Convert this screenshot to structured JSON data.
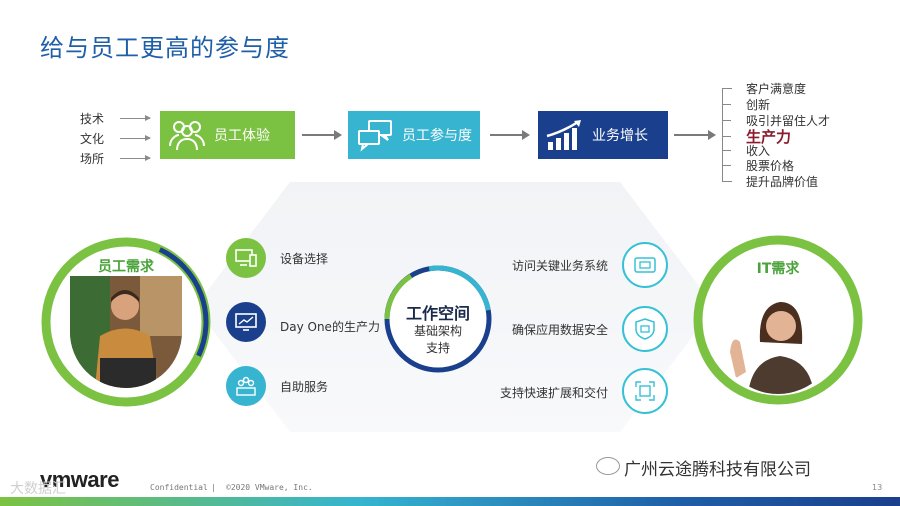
{
  "title": "给与员工更高的参与度",
  "inputs": [
    "技术",
    "文化",
    "场所"
  ],
  "flow": {
    "box1": "员工体验",
    "box2": "员工参与度",
    "box3": "业务增长"
  },
  "outcomes": [
    "客户满意度",
    "创新",
    "吸引并留住人才",
    "生产力",
    "收入",
    "股票价格",
    "提升品牌价值"
  ],
  "left_circle_label": "员工需求",
  "right_circle_label": "IT需求",
  "left_items": [
    "设备选择",
    "Day One的生产力",
    "自助服务"
  ],
  "center": {
    "title": "工作空间",
    "line1": "基础架构",
    "line2": "支持"
  },
  "right_items": [
    "访问关键业务系统",
    "确保应用数据安全",
    "支持快速扩展和交付"
  ],
  "footer": {
    "logo": "vmware",
    "confidential": "Confidential",
    "separator": "|",
    "copyright": "©2020 VMware, Inc.",
    "watermark": "广州云途腾科技有限公司",
    "page": "13",
    "corner": "大数据汇"
  },
  "colors": {
    "green": "#7cc242",
    "cyan": "#36b4d0",
    "navy": "#1a3f8c",
    "title_blue": "#1f5fa8",
    "highlight": "#8b1c2e"
  }
}
